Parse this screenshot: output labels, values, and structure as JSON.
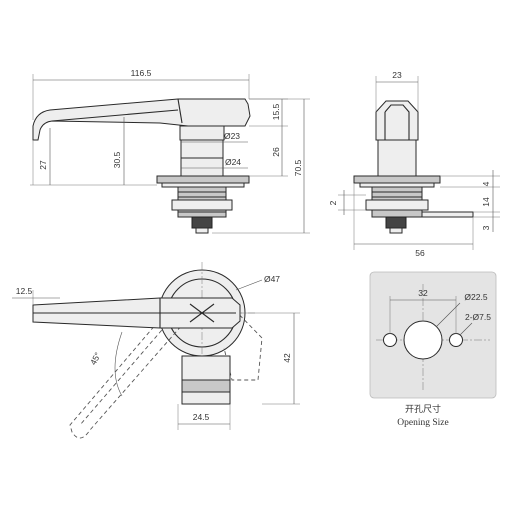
{
  "dimensions": {
    "overall_length": "116.5",
    "top_width": "23",
    "handle_thickness": "15.5",
    "body_dia_upper": "Ø23",
    "body_dia_lower": "Ø24",
    "height_26": "26",
    "total_height": "70.5",
    "height_27": "27",
    "height_30_5": "30.5",
    "side_4": "4",
    "side_14": "14",
    "side_3": "3",
    "side_2": "2",
    "cam_length": "56",
    "handle_end": "12.5",
    "rotation_dia": "Ø47",
    "angle": "45°",
    "cam_height": "42",
    "cam_width": "24.5",
    "cutout_spacing": "32",
    "cutout_dia": "Ø22.5",
    "cutout_holes": "2-Ø7.5"
  },
  "caption": {
    "chinese": "开孔尺寸",
    "english": "Opening Size"
  }
}
